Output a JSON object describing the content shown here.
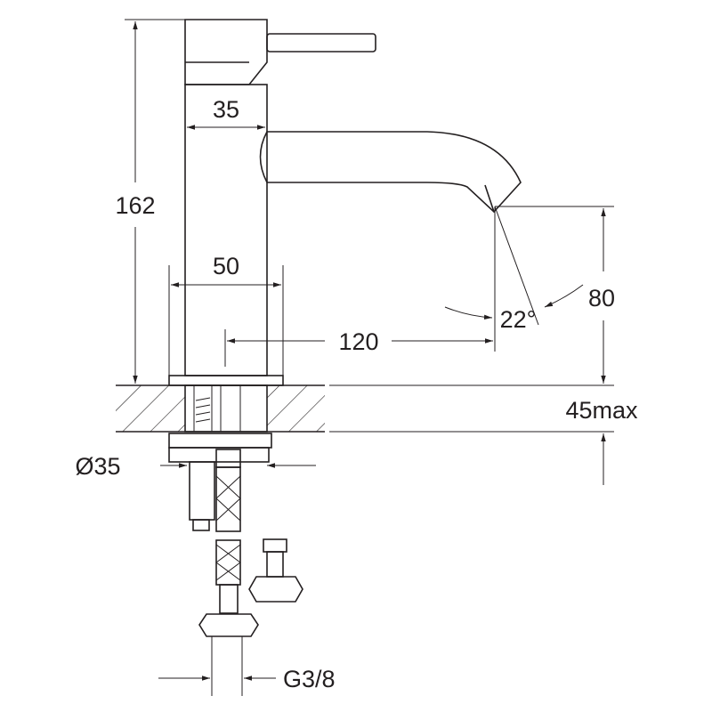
{
  "dimensions": {
    "height_total": "162",
    "body_width": "35",
    "base_width": "50",
    "spout_reach": "120",
    "spout_angle": "22°",
    "spout_height": "80",
    "counter_thickness": "45max",
    "hole_diameter": "Ø35",
    "thread": "G3/8"
  },
  "colors": {
    "line": "#231f20",
    "background": "#ffffff"
  }
}
